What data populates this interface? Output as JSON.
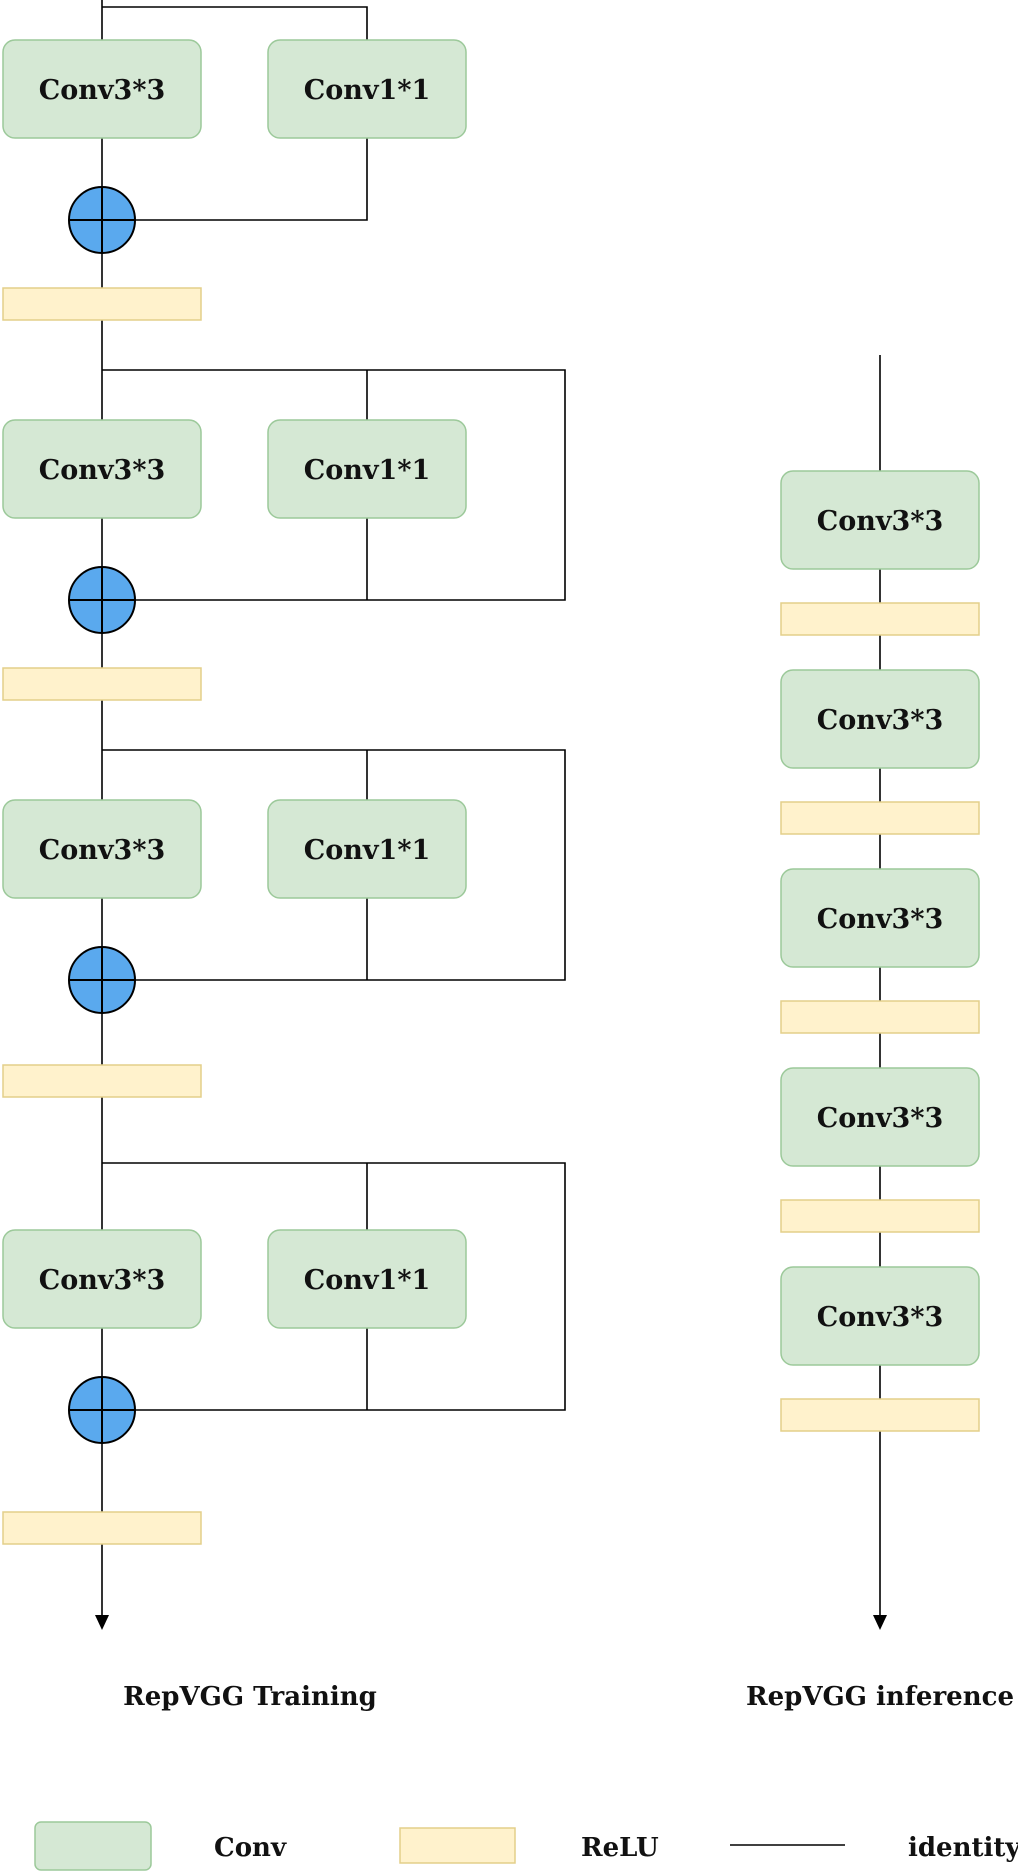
{
  "diagram": {
    "training": {
      "caption": "RepVGG Training",
      "conv3_label": "Conv3*3",
      "conv1_label": "Conv1*1",
      "block_count": 4
    },
    "inference": {
      "caption": "RepVGG inference",
      "conv_label": "Conv3*3",
      "block_count": 5
    },
    "legend": {
      "conv_label": "Conv",
      "relu_label": "ReLU",
      "identity_label": "identity"
    },
    "colors": {
      "conv_fill": "#d5e8d4",
      "relu_fill": "#fff2cc",
      "add_node": "#5aa9ee"
    }
  }
}
